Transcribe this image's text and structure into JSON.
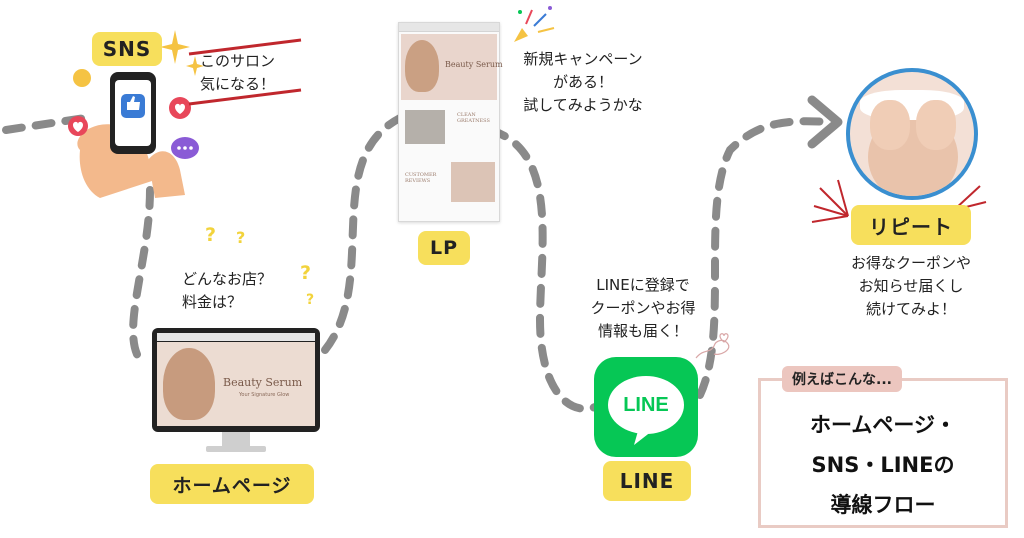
{
  "steps": {
    "sns": {
      "label": "SNS",
      "thought": [
        "このサロン",
        "気になる！"
      ]
    },
    "homepage": {
      "label": "ホームページ",
      "thought": [
        "どんなお店？",
        "料金は？"
      ],
      "screen_title": "Beauty Serum",
      "screen_sub": "Your Signature Glow"
    },
    "lp": {
      "label": "LP",
      "thought": [
        "新規キャンペーン",
        "がある！",
        "試してみようかな"
      ],
      "screen_title": "Beauty Serum",
      "section1": "CLEAN GREATNESS",
      "section2": "CUSTOMER REVIEWS"
    },
    "line": {
      "label": "LINE",
      "icon_text": "LINE",
      "thought": [
        "LINEに登録で",
        "クーポンやお得",
        "情報も届く！"
      ]
    },
    "repeat": {
      "label": "リピート",
      "thought": [
        "お得なクーポンや",
        "お知らせ届くし",
        "続けてみよ！"
      ]
    }
  },
  "example_box": {
    "tag": "例えばこんな...",
    "lines": [
      "ホームページ・",
      "SNS・LINEの",
      "導線フロー"
    ]
  },
  "colors": {
    "tag_yellow": "#f7df5c",
    "flow_gray": "#8a8a8a",
    "line_green": "#06c755",
    "box_pink": "#e9cbc4",
    "accent_red": "#c0272d"
  }
}
